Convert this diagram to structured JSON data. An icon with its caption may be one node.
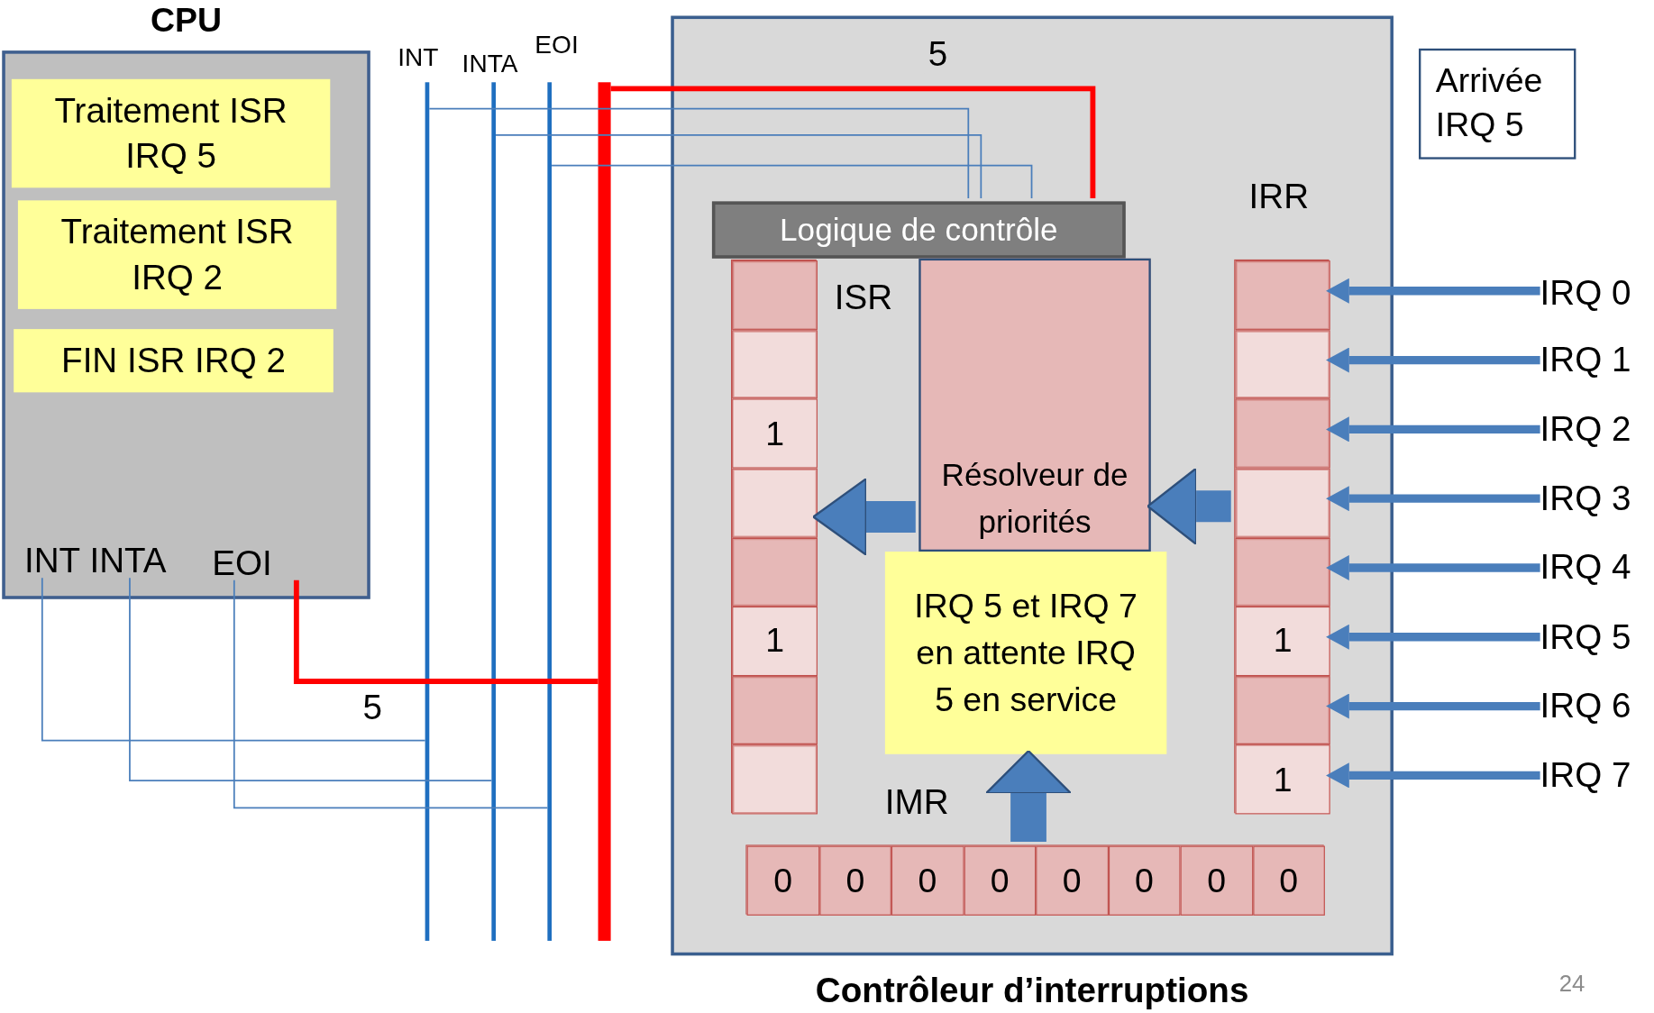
{
  "diagram": {
    "nodes": [
      {
        "text": [
          "CPU"
        ]
      },
      {
        "text": [
          "Traitement ISR IRQ 5"
        ],
        "in": 0
      },
      {
        "text": [
          "Traitement ISR IRQ 2"
        ],
        "in": 0
      },
      {
        "text": [
          "FIN ISR IRQ 2"
        ],
        "in": 0
      },
      {
        "text": [
          "INT"
        ],
        "in": 0
      },
      {
        "text": [
          "INTA"
        ],
        "in": 0
      },
      {
        "text": [
          "EOI"
        ],
        "in": 0
      },
      {
        "text": [
          "INT"
        ]
      },
      {
        "text": [
          "INTA"
        ]
      },
      {
        "text": [
          "EOI"
        ]
      },
      {
        "text": [],
        "shape": "bar"
      },
      {
        "text": [
          "Contrôleur d’interruptions"
        ]
      },
      {
        "text": [
          "Logique de contrôle"
        ],
        "in": 11
      },
      {
        "text": [
          "ISR"
        ],
        "in": 11
      },
      {
        "text": [],
        "shape": "box",
        "in": 13
      },
      {
        "text": [],
        "shape": "box",
        "in": 13
      },
      {
        "text": [
          "1"
        ],
        "in": 13
      },
      {
        "text": [],
        "shape": "box",
        "in": 13
      },
      {
        "text": [],
        "shape": "box",
        "in": 13
      },
      {
        "text": [
          "1"
        ],
        "in": 13
      },
      {
        "text": [],
        "shape": "box",
        "in": 13
      },
      {
        "text": [],
        "shape": "box",
        "in": 13
      },
      {
        "text": [
          "Résolveur de priorités"
        ],
        "in": 11
      },
      {
        "text": [
          "IRQ 5 et IRQ 7 en attente IRQ 5 en service"
        ],
        "in": 11
      },
      {
        "text": [
          "IRR"
        ],
        "in": 11
      },
      {
        "text": [],
        "shape": "box",
        "in": 24
      },
      {
        "text": [],
        "shape": "box",
        "in": 24
      },
      {
        "text": [],
        "shape": "box",
        "in": 24
      },
      {
        "text": [],
        "shape": "box",
        "in": 24
      },
      {
        "text": [],
        "shape": "box",
        "in": 24
      },
      {
        "text": [
          "1"
        ],
        "in": 24
      },
      {
        "text": [],
        "shape": "box",
        "in": 24
      },
      {
        "text": [
          "1"
        ],
        "in": 24
      },
      {
        "text": [
          "IMR"
        ],
        "in": 11
      },
      {
        "text": [
          "0"
        ],
        "in": 33
      },
      {
        "text": [
          "0"
        ],
        "in": 33
      },
      {
        "text": [
          "0"
        ],
        "in": 33
      },
      {
        "text": [
          "0"
        ],
        "in": 33
      },
      {
        "text": [
          "0"
        ],
        "in": 33
      },
      {
        "text": [
          "0"
        ],
        "in": 33
      },
      {
        "text": [
          "0"
        ],
        "in": 33
      },
      {
        "text": [
          "0"
        ],
        "in": 33
      },
      {
        "text": [
          "Arrivée IRQ 5"
        ]
      },
      {
        "text": [
          "IRQ 0"
        ]
      },
      {
        "text": [
          "IRQ 1"
        ]
      },
      {
        "text": [
          "IRQ 2"
        ]
      },
      {
        "text": [
          "IRQ 3"
        ]
      },
      {
        "text": [
          "IRQ 4"
        ]
      },
      {
        "text": [
          "IRQ 5"
        ]
      },
      {
        "text": [
          "IRQ 6"
        ]
      },
      {
        "text": [
          "IRQ 7"
        ]
      }
    ],
    "edges": [
      {
        "from": 4,
        "to": 7,
        "arrow": "none"
      },
      {
        "from": 5,
        "to": 8,
        "arrow": "none"
      },
      {
        "from": 6,
        "to": 9,
        "arrow": "none"
      },
      {
        "from": 6,
        "to": 10,
        "arrow": "none",
        "label": "5",
        "color": "#ff0000"
      },
      {
        "from": 7,
        "to": 12,
        "arrow": "none"
      },
      {
        "from": 8,
        "to": 12,
        "arrow": "none"
      },
      {
        "from": 9,
        "to": 12,
        "arrow": "none"
      },
      {
        "from": 10,
        "to": 12,
        "arrow": "none",
        "label": "5",
        "color": "#ff0000"
      },
      {
        "from": 22,
        "to": 13,
        "arrow": "to",
        "style": "thick"
      },
      {
        "from": 24,
        "to": 22,
        "arrow": "to",
        "style": "thick"
      },
      {
        "from": 33,
        "to": 23,
        "arrow": "to",
        "style": "thick"
      },
      {
        "from": 43,
        "to": 25,
        "arrow": "to"
      },
      {
        "from": 44,
        "to": 26,
        "arrow": "to"
      },
      {
        "from": 45,
        "to": 27,
        "arrow": "to"
      },
      {
        "from": 46,
        "to": 28,
        "arrow": "to"
      },
      {
        "from": 47,
        "to": 29,
        "arrow": "to"
      },
      {
        "from": 48,
        "to": 30,
        "arrow": "to"
      },
      {
        "from": 49,
        "to": 31,
        "arrow": "to"
      },
      {
        "from": 50,
        "to": 32,
        "arrow": "to"
      }
    ],
    "labels": [
      "24"
    ]
  }
}
